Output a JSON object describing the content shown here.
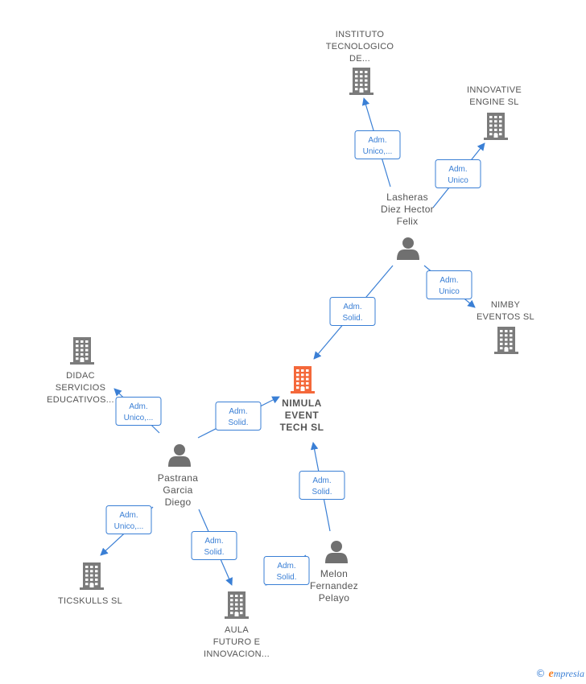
{
  "colors": {
    "edge": "#3a7fd5",
    "building": "#7b7b7b",
    "center_building": "#f4683a",
    "person": "#707070"
  },
  "nodes": [
    {
      "id": "instituto",
      "kind": "company",
      "lines": [
        "INSTITUTO",
        "TECNOLOGICO",
        "DE..."
      ]
    },
    {
      "id": "innovative",
      "kind": "company",
      "lines": [
        "INNOVATIVE",
        "ENGINE  SL"
      ]
    },
    {
      "id": "lasheras",
      "kind": "person",
      "lines": [
        "Lasheras",
        "Diez Hector",
        "Felix"
      ]
    },
    {
      "id": "nimby",
      "kind": "company",
      "lines": [
        "NIMBY",
        "EVENTOS  SL"
      ]
    },
    {
      "id": "didac",
      "kind": "company",
      "lines": [
        "DIDAC",
        "SERVICIOS",
        "EDUCATIVOS..."
      ]
    },
    {
      "id": "nimula",
      "kind": "center",
      "lines": [
        "NIMULA",
        "EVENT",
        "TECH  SL"
      ]
    },
    {
      "id": "pastrana",
      "kind": "person",
      "lines": [
        "Pastrana",
        "Garcia",
        "Diego"
      ]
    },
    {
      "id": "melon",
      "kind": "person",
      "lines": [
        "Melon",
        "Fernandez",
        "Pelayo"
      ]
    },
    {
      "id": "ticskulls",
      "kind": "company",
      "lines": [
        "TICSKULLS  SL"
      ]
    },
    {
      "id": "aula",
      "kind": "company",
      "lines": [
        "AULA",
        "FUTURO E",
        "INNOVACION..."
      ]
    }
  ],
  "edges": [
    {
      "from": "lasheras",
      "to": "instituto",
      "label": [
        "Adm.",
        "Unico,..."
      ]
    },
    {
      "from": "lasheras",
      "to": "innovative",
      "label": [
        "Adm.",
        "Unico"
      ]
    },
    {
      "from": "lasheras",
      "to": "nimby",
      "label": [
        "Adm.",
        "Unico"
      ]
    },
    {
      "from": "lasheras",
      "to": "nimula",
      "label": [
        "Adm.",
        "Solid."
      ]
    },
    {
      "from": "pastrana",
      "to": "didac",
      "label": [
        "Adm.",
        "Unico,..."
      ]
    },
    {
      "from": "pastrana",
      "to": "nimula",
      "label": [
        "Adm.",
        "Solid."
      ]
    },
    {
      "from": "pastrana",
      "to": "ticskulls",
      "label": [
        "Adm.",
        "Unico,..."
      ]
    },
    {
      "from": "pastrana",
      "to": "aula",
      "label": [
        "Adm.",
        "Solid."
      ]
    },
    {
      "from": "melon",
      "to": "nimula",
      "label": [
        "Adm.",
        "Solid."
      ]
    },
    {
      "from": "melon",
      "to": "aula",
      "label": [
        "Adm.",
        "Solid."
      ]
    }
  ],
  "footer": {
    "copyright_symbol": "©",
    "brand_initial": "e",
    "brand_rest": "mpresia"
  }
}
